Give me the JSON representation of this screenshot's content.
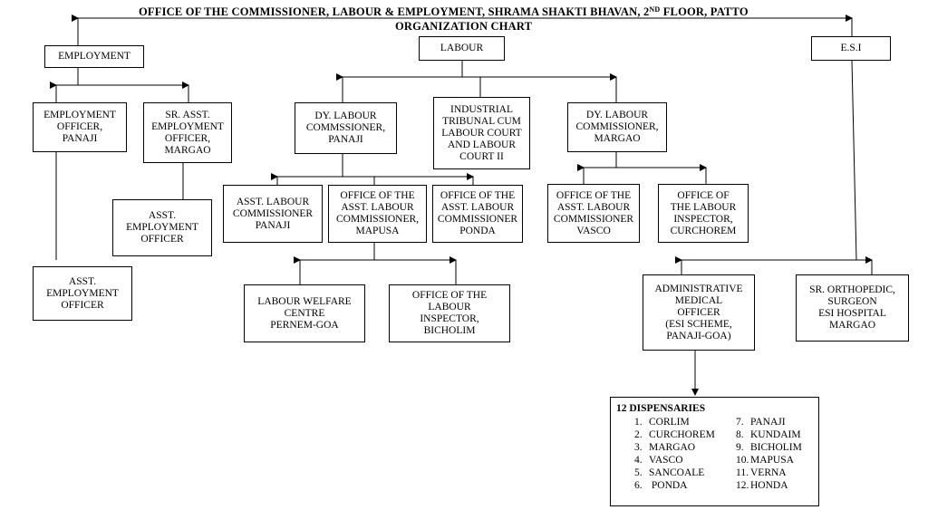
{
  "title": {
    "line1_before": "OFFICE OF THE COMMISSIONER, LABOUR & EMPLOYMENT, SHRAMA SHAKTI BHAVAN, 2",
    "line1_sup": "ND",
    "line1_after": " FLOOR, PATTO",
    "line2": "ORGANIZATION CHART"
  },
  "nodes": {
    "employment": "EMPLOYMENT",
    "labour": "LABOUR",
    "esi": "E.S.I",
    "employment_officer_panaji": "EMPLOYMENT\nOFFICER,\nPANAJI",
    "sr_asst_employment_officer_margao": "SR. ASST.\nEMPLOYMENT\nOFFICER,\nMARGAO",
    "asst_employment_officer_1": "ASST.\nEMPLOYMENT\nOFFICER",
    "asst_employment_officer_2": "ASST.\nEMPLOYMENT\nOFFICER",
    "dy_labour_commissioner_panaji": "DY. LABOUR\nCOMMSSIONER,\nPANAJI",
    "industrial_tribunal": "INDUSTRIAL\nTRIBUNAL CUM\nLABOUR COURT\nAND LABOUR\nCOURT II",
    "dy_labour_commissioner_margao": "DY. LABOUR\nCOMMISSIONER,\nMARGAO",
    "asst_labour_commissioner_panaji": "ASST. LABOUR\nCOMMISSIONER\nPANAJI",
    "asst_labour_commissioner_mapusa": "OFFICE OF THE\nASST. LABOUR\nCOMMISSIONER,\nMAPUSA",
    "asst_labour_commissioner_ponda": "OFFICE OF THE\nASST. LABOUR\nCOMMISSIONER\nPONDA",
    "asst_labour_commissioner_vasco": "OFFICE OF THE\nASST. LABOUR\nCOMMISSIONER\nVASCO",
    "labour_inspector_curchorem": "OFFICE OF\nTHE LABOUR\nINSPECTOR,\nCURCHOREM",
    "labour_welfare_centre": "LABOUR WELFARE\nCENTRE\nPERNEM-GOA",
    "labour_inspector_bicholim": "OFFICE OF THE\nLABOUR\nINSPECTOR,\nBICHOLIM",
    "administrative_medical_officer": "ADMINISTRATIVE\nMEDICAL\nOFFICER\n(ESI SCHEME,\nPANAJI-GOA)",
    "sr_orthopedic_surgeon": "SR. ORTHOPEDIC,\nSURGEON\nESI HOSPITAL\nMARGAO"
  },
  "dispensaries": {
    "title": "12 DISPENSARIES",
    "left": [
      {
        "num": "1.",
        "name": "CORLIM"
      },
      {
        "num": "2.",
        "name": "CURCHOREM"
      },
      {
        "num": "3.",
        "name": "MARGAO"
      },
      {
        "num": "4.",
        "name": "VASCO"
      },
      {
        "num": "5.",
        "name": "SANCOALE"
      },
      {
        "num": "6.",
        "name": " PONDA"
      }
    ],
    "right": [
      {
        "num": "7.",
        "name": "PANAJI"
      },
      {
        "num": "8.",
        "name": "KUNDAIM"
      },
      {
        "num": "9.",
        "name": "BICHOLIM"
      },
      {
        "num": "10.",
        "name": "MAPUSA"
      },
      {
        "num": "11.",
        "name": "VERNA"
      },
      {
        "num": "12.",
        "name": "HONDA"
      }
    ]
  }
}
